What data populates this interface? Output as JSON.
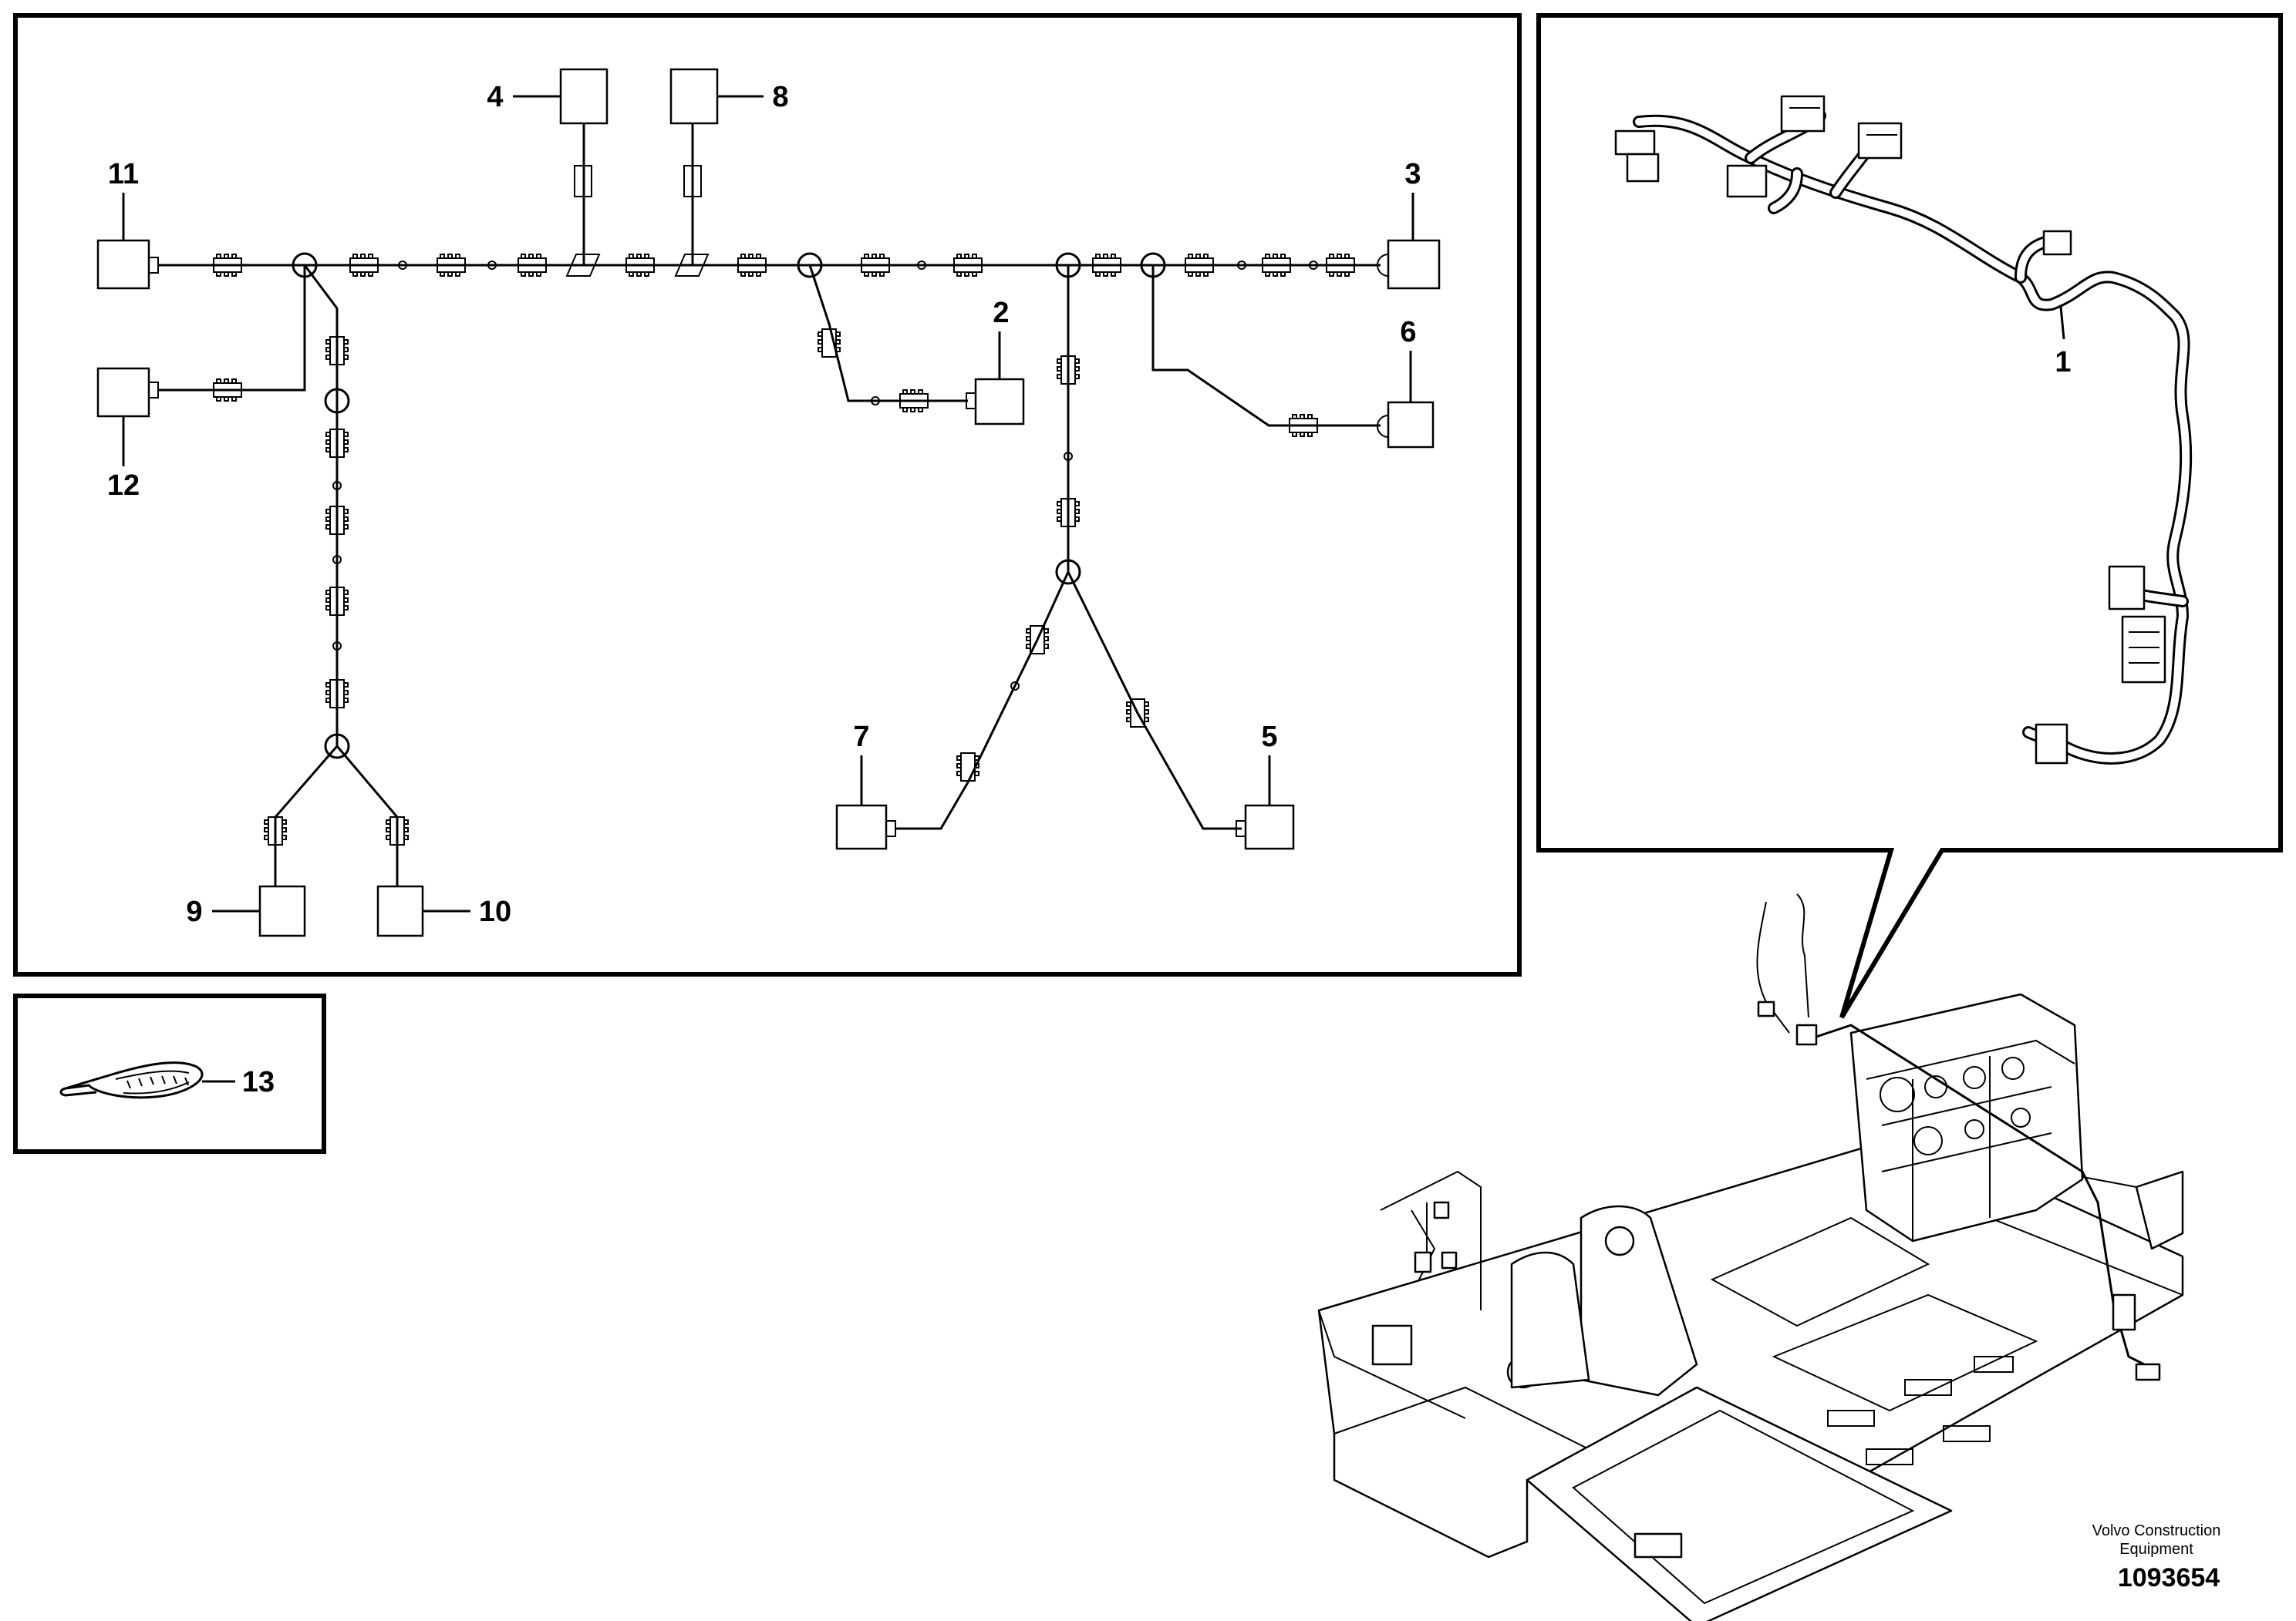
{
  "callouts": {
    "p1": "1",
    "p2": "2",
    "p3": "3",
    "p4": "4",
    "p5": "5",
    "p6": "6",
    "p7": "7",
    "p8": "8",
    "p9": "9",
    "p10": "10",
    "p11": "11",
    "p12": "12",
    "p13": "13"
  },
  "footer": {
    "brand_line1": "Volvo Construction",
    "brand_line2": "Equipment",
    "drawing_number": "1093654"
  },
  "icons": [
    "connector-box-icon",
    "plug-segment-icon",
    "junction-icon",
    "cable-tie-icon",
    "wire-harness-icon",
    "machine-frame-icon"
  ]
}
